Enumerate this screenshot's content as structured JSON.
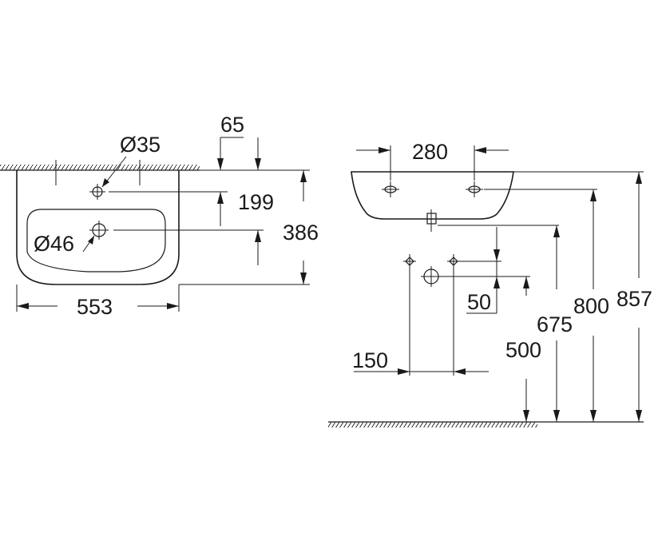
{
  "top_view": {
    "tap_hole": "Ø35",
    "waste_hole": "Ø46",
    "wall_offset": "65",
    "depth_to_tap": "199",
    "depth_total": "386",
    "width": "553"
  },
  "front_view": {
    "tap_spacing": "280",
    "waste_offset": "50",
    "bolt_spacing": "150",
    "height_waste": "500",
    "height_bolts": "675",
    "height_taps": "800",
    "height_rim": "857"
  }
}
